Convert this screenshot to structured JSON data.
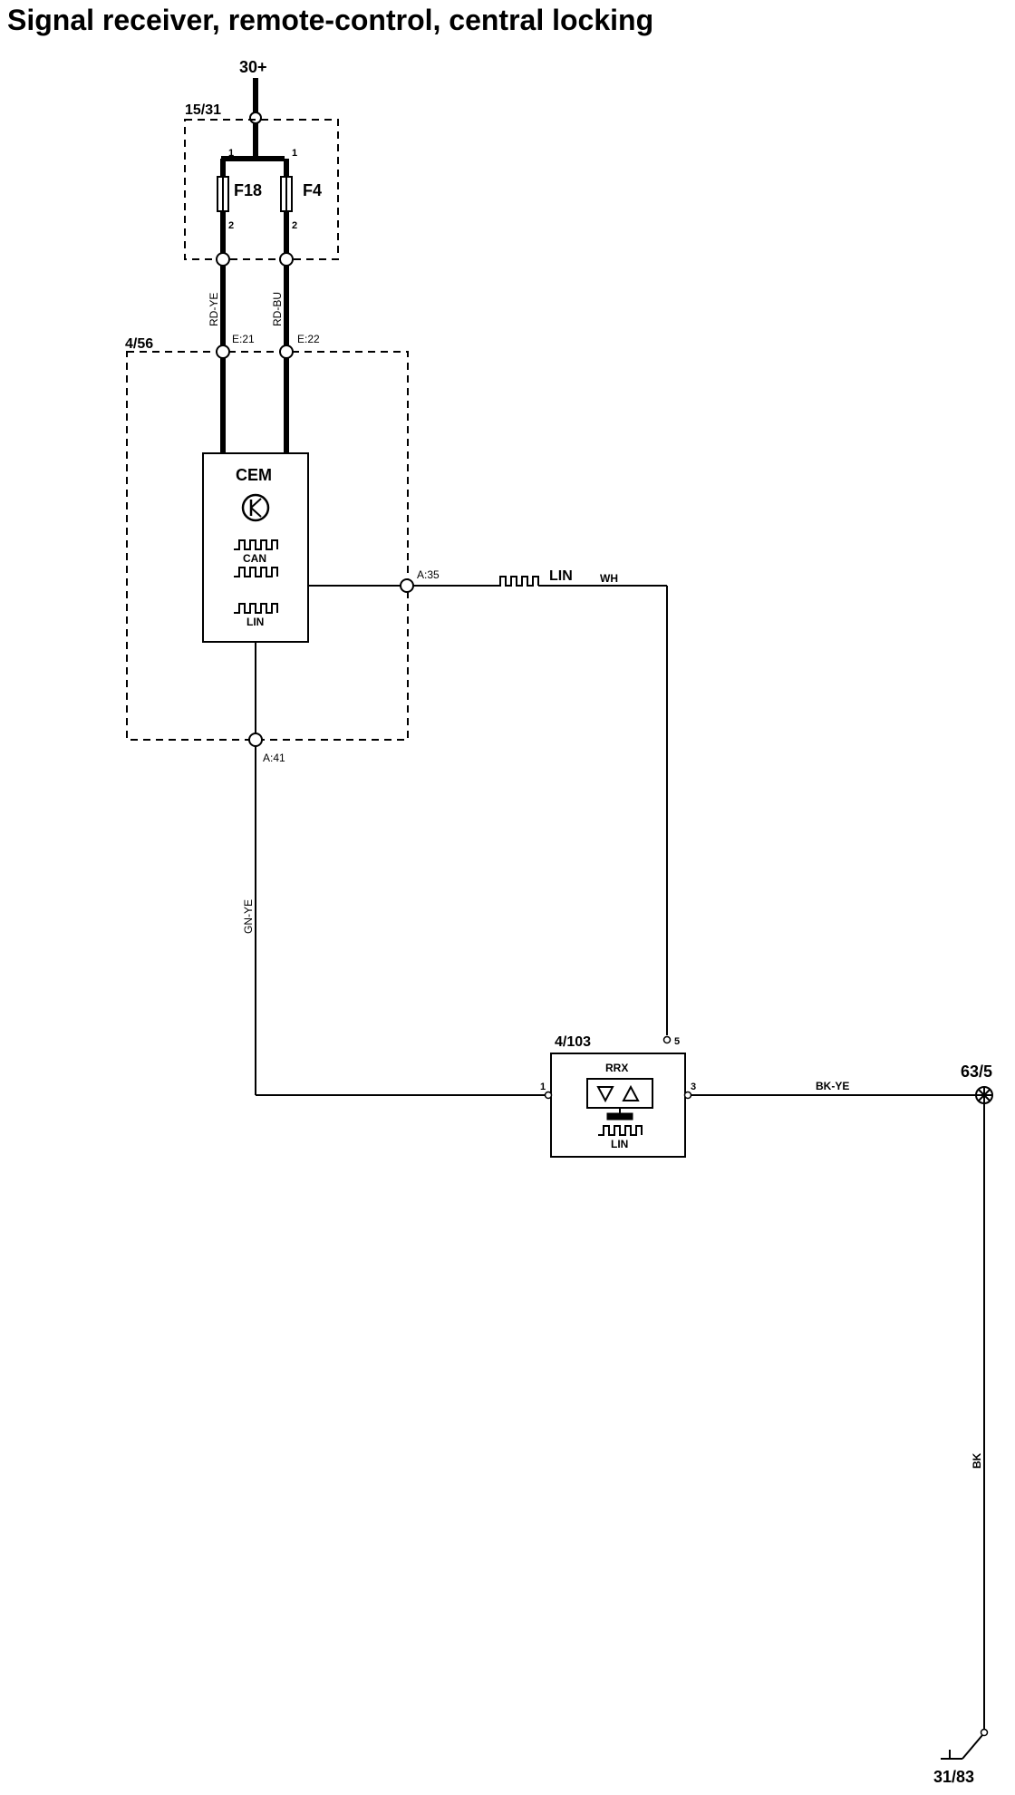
{
  "title": "Signal receiver, remote-control, central locking",
  "colors": {
    "line": "#000000",
    "background": "#ffffff"
  },
  "supply": {
    "label": "30+"
  },
  "fuse_box": {
    "label": "15/31",
    "fuses": [
      {
        "name": "F18",
        "pin_top": "1",
        "pin_bottom": "2"
      },
      {
        "name": "F4",
        "pin_top": "1",
        "pin_bottom": "2"
      }
    ]
  },
  "cem_module": {
    "label": "4/56",
    "name": "CEM",
    "bus_labels": {
      "can": "CAN",
      "lin": "LIN"
    },
    "connectors": {
      "e21": "E:21",
      "e22": "E:22",
      "a35": "A:35",
      "a41": "A:41"
    }
  },
  "wires": {
    "rd_ye": "RD-YE",
    "rd_bu": "RD-BU",
    "gn_ye": "GN-YE",
    "wh": "WH",
    "lin": "LIN",
    "bk_ye": "BK-YE",
    "bk": "BK"
  },
  "receiver": {
    "label": "4/103",
    "name": "RRX",
    "bus_label": "LIN",
    "pins": {
      "p1": "1",
      "p3": "3",
      "p5": "5"
    }
  },
  "ground_point": {
    "label": "63/5"
  },
  "ground": {
    "label": "31/83"
  }
}
